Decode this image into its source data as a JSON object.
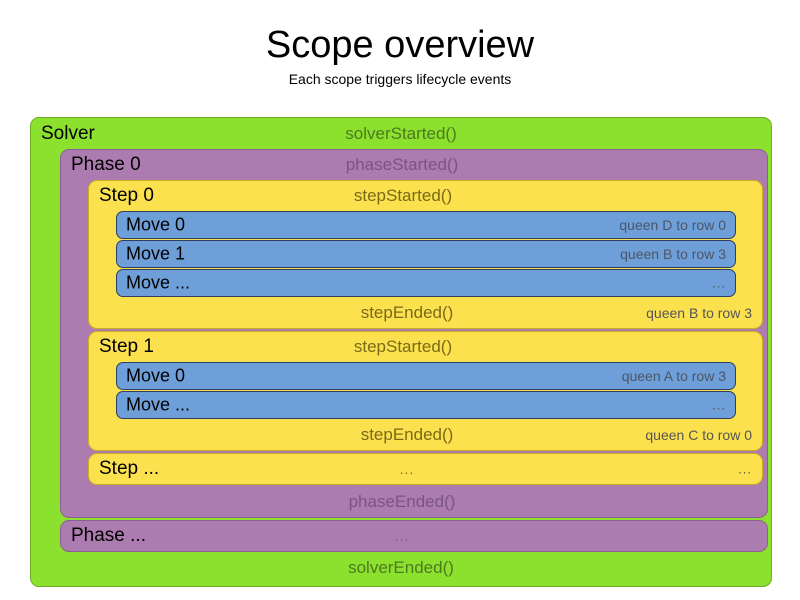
{
  "header": {
    "title": "Scope overview",
    "subtitle": "Each scope triggers lifecycle events"
  },
  "colors": {
    "solver": "#8CE02E",
    "phase": "#AC7BB0",
    "step": "#FCE14F",
    "move": "#6F9FD8",
    "event_text": "#555555",
    "label_text": "#000000"
  },
  "solver": {
    "label": "Solver",
    "started_event": "solverStarted()",
    "ended_event": "solverEnded()",
    "phases": [
      {
        "label": "Phase 0",
        "started_event": "phaseStarted()",
        "ended_event": "phaseEnded()",
        "steps": [
          {
            "label": "Step 0",
            "started_event": "stepStarted()",
            "ended_event": "stepEnded()",
            "ended_detail": "queen B to row 3",
            "moves": [
              {
                "label": "Move 0",
                "detail": "queen D to row 0"
              },
              {
                "label": "Move 1",
                "detail": "queen B to row 3"
              },
              {
                "label": "Move ...",
                "detail": "..."
              }
            ]
          },
          {
            "label": "Step 1",
            "started_event": "stepStarted()",
            "ended_event": "stepEnded()",
            "ended_detail": "queen C to row 0",
            "moves": [
              {
                "label": "Move 0",
                "detail": "queen A to row 3"
              },
              {
                "label": "Move ...",
                "detail": "..."
              }
            ]
          }
        ],
        "ellipsis_step": {
          "label": "Step ...",
          "center": "...",
          "detail": "..."
        }
      }
    ],
    "ellipsis_phase": {
      "label": "Phase ...",
      "center": "..."
    }
  }
}
